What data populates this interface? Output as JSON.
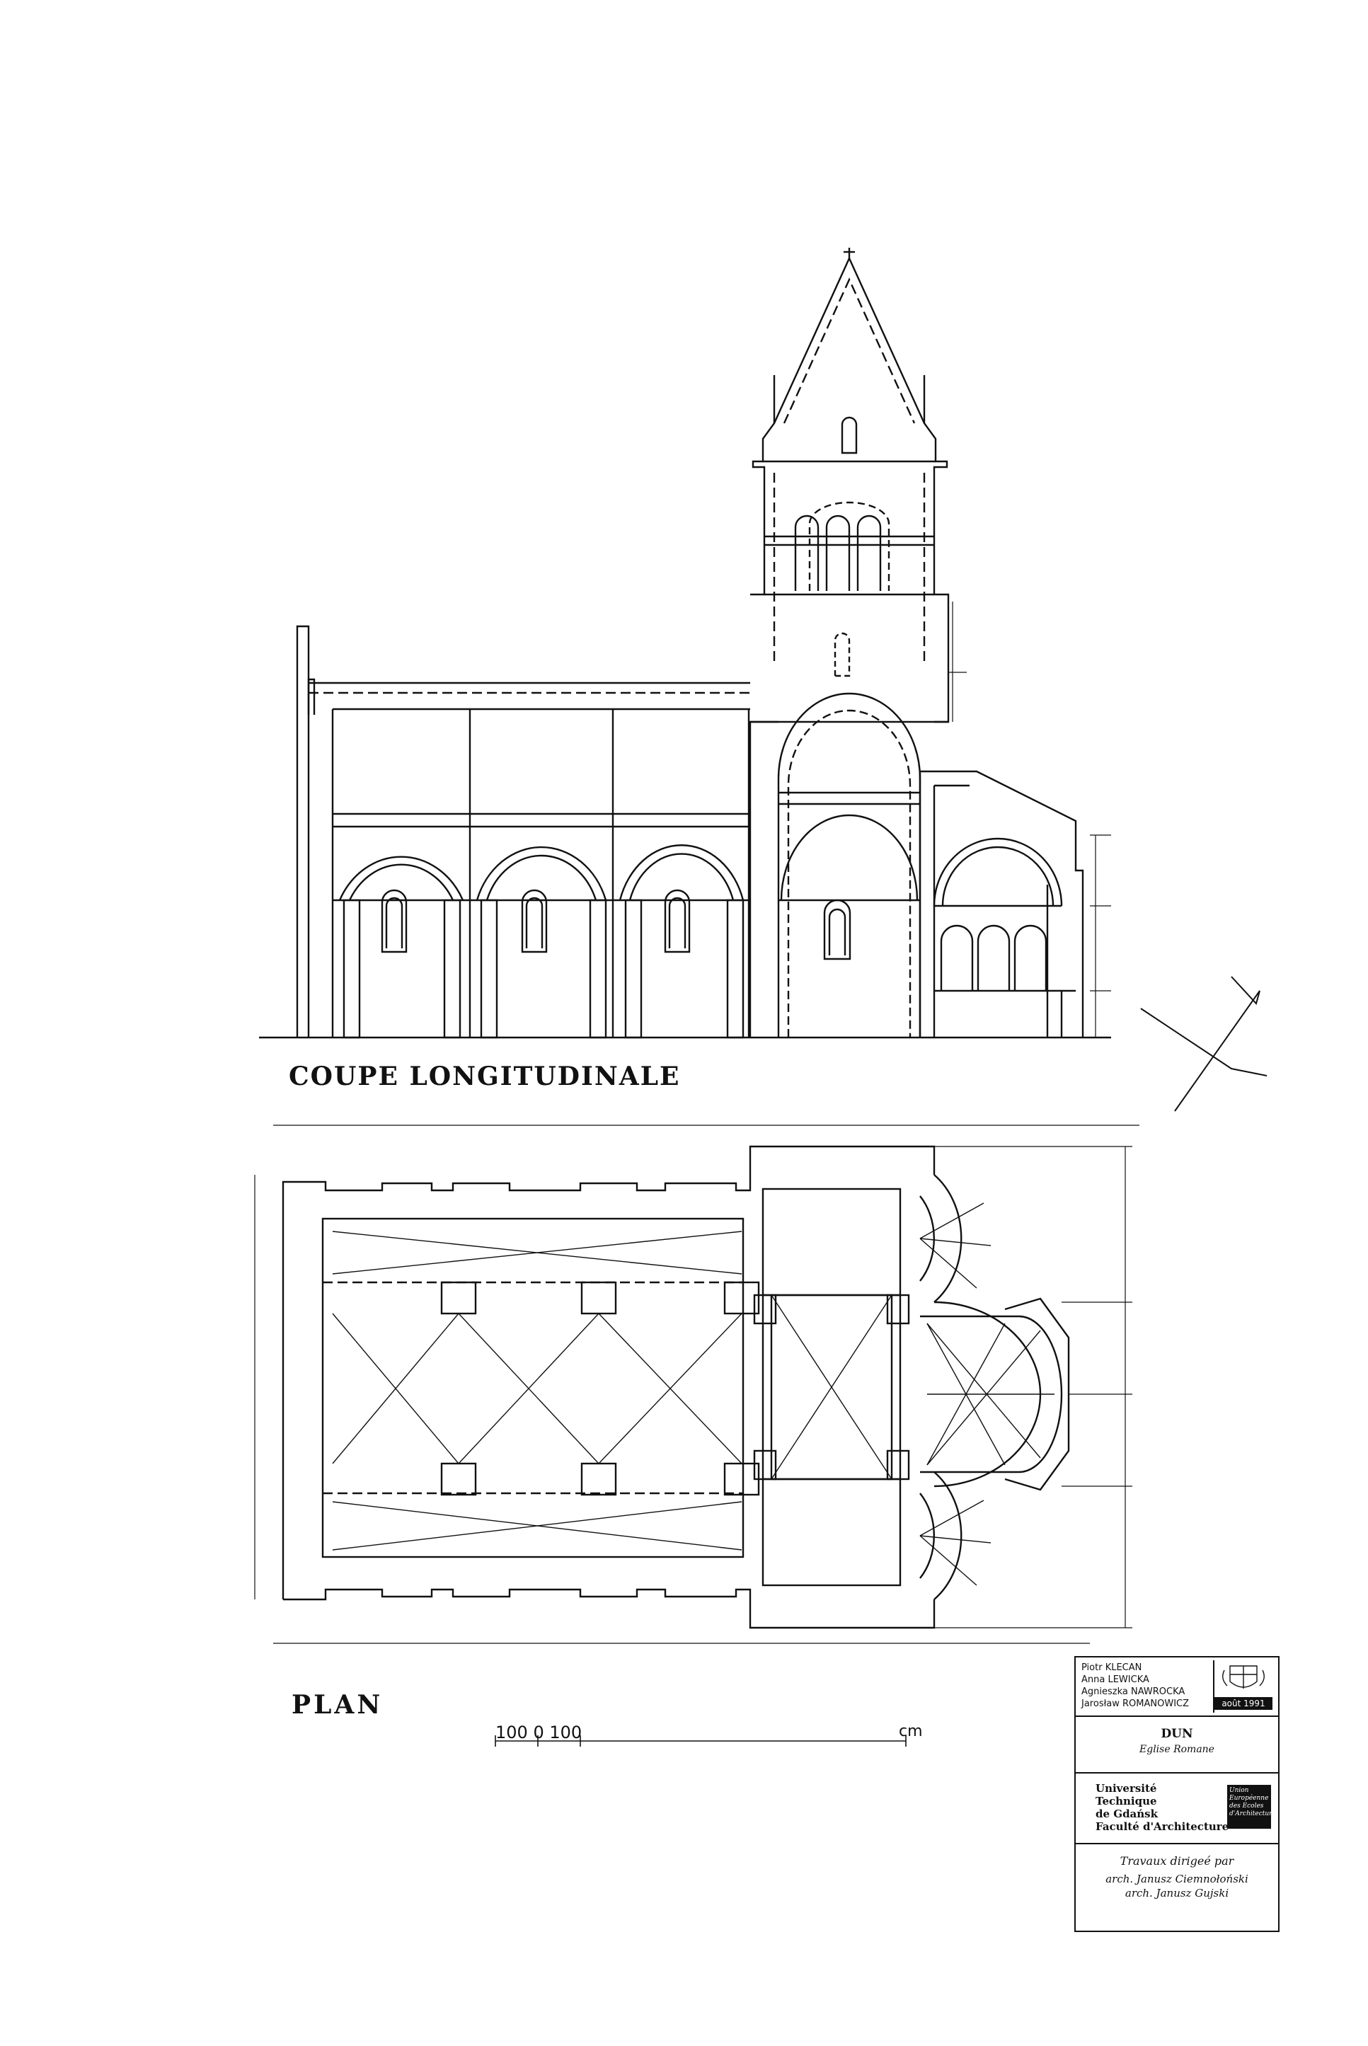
{
  "drawing": {
    "section_title": "COUPE LONGITUDINALE",
    "plan_title": "PLAN",
    "scale_text": "100  0   100",
    "scale_unit": "cm"
  },
  "title_block": {
    "authors": [
      "Piotr KLECAN",
      "Anna LEWICKA",
      "Agnieszka NAWROCKA",
      "Jarosław ROMANOWICZ"
    ],
    "date": "août 1991",
    "project_name": "DUN",
    "project_subtitle": "Eglise Romane",
    "school_lines": [
      "Université",
      "Technique",
      "de Gdańsk",
      "Faculté d'Architecture"
    ],
    "logo_text": "Union Européenne des Ecoles d'Architecture",
    "supervision_heading": "Travaux dirigeé par",
    "supervisors": [
      "arch. Janusz Ciemnołoński",
      "arch. Janusz Gujski"
    ]
  },
  "colors": {
    "ink": "#111111",
    "paper": "#ffffff"
  }
}
